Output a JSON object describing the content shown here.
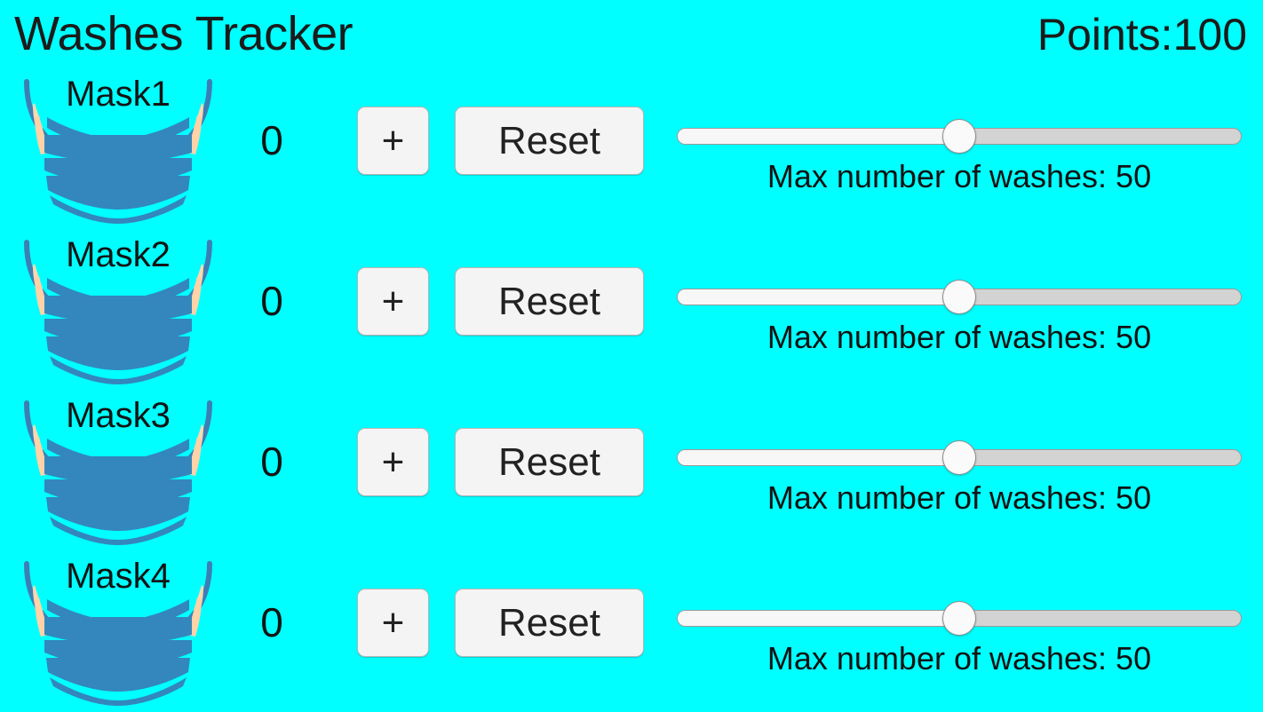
{
  "header": {
    "title": "Washes Tracker",
    "points_label": "Points:100"
  },
  "colors": {
    "background": "#00ffff",
    "mask_blue": "#3387bd",
    "mask_outline": "#3d7fb5",
    "ear_skin": "#ffd9b0",
    "button_face": "#f4f4f4",
    "button_border": "#b6b6b6",
    "slider_track": "#d3d3d3",
    "slider_fill": "#f7f7f7",
    "text": "#141414"
  },
  "controls": {
    "increment_label": "+",
    "reset_label": "Reset",
    "slider_value_percent": 50
  },
  "rows": [
    {
      "mask_label": "Mask1",
      "count": "0",
      "increment_label": "+",
      "reset_label": "Reset",
      "slider_label": "Max number of washes: 50",
      "slider_percent": 50
    },
    {
      "mask_label": "Mask2",
      "count": "0",
      "increment_label": "+",
      "reset_label": "Reset",
      "slider_label": "Max number of washes: 50",
      "slider_percent": 50
    },
    {
      "mask_label": "Mask3",
      "count": "0",
      "increment_label": "+",
      "reset_label": "Reset",
      "slider_label": "Max number of washes: 50",
      "slider_percent": 50
    },
    {
      "mask_label": "Mask4",
      "count": "0",
      "increment_label": "+",
      "reset_label": "Reset",
      "slider_label": "Max number of washes: 50",
      "slider_percent": 50
    }
  ]
}
